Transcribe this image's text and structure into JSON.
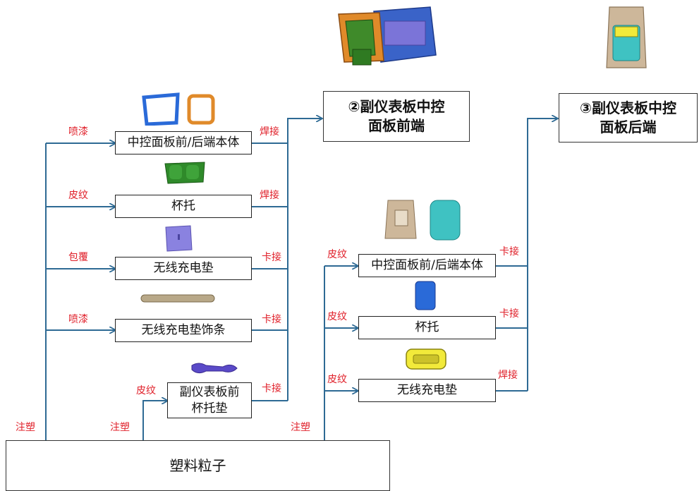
{
  "source": {
    "label": "塑料粒子"
  },
  "targets": {
    "front": {
      "line1": "②副仪表板中控",
      "line2": "面板前端"
    },
    "rear": {
      "line1": "③副仪表板中控",
      "line2": "面板后端"
    }
  },
  "front_group": {
    "inject_label": "注塑",
    "items": [
      {
        "name": "中控面板前/后端本体",
        "process": "喷漆",
        "join": "焊接"
      },
      {
        "name": "杯托",
        "process": "皮纹",
        "join": "焊接"
      },
      {
        "name": "无线充电垫",
        "process": "包覆",
        "join": "卡接"
      },
      {
        "name": "无线充电垫饰条",
        "process": "喷漆",
        "join": "卡接"
      }
    ],
    "cup_pad": {
      "line1": "副仪表板前",
      "line2": "杯托垫",
      "process": "皮纹",
      "inject_label": "注塑",
      "join": "卡接"
    }
  },
  "rear_group": {
    "inject_label": "注塑",
    "items": [
      {
        "name": "中控面板前/后端本体",
        "process": "皮纹",
        "join": "卡接"
      },
      {
        "name": "杯托",
        "process": "皮纹",
        "join": "卡接"
      },
      {
        "name": "无线充电垫",
        "process": "皮纹",
        "join": "焊接"
      }
    ]
  },
  "colors": {
    "line": "#2e6a94",
    "label": "#e0202a",
    "border": "#222222"
  }
}
